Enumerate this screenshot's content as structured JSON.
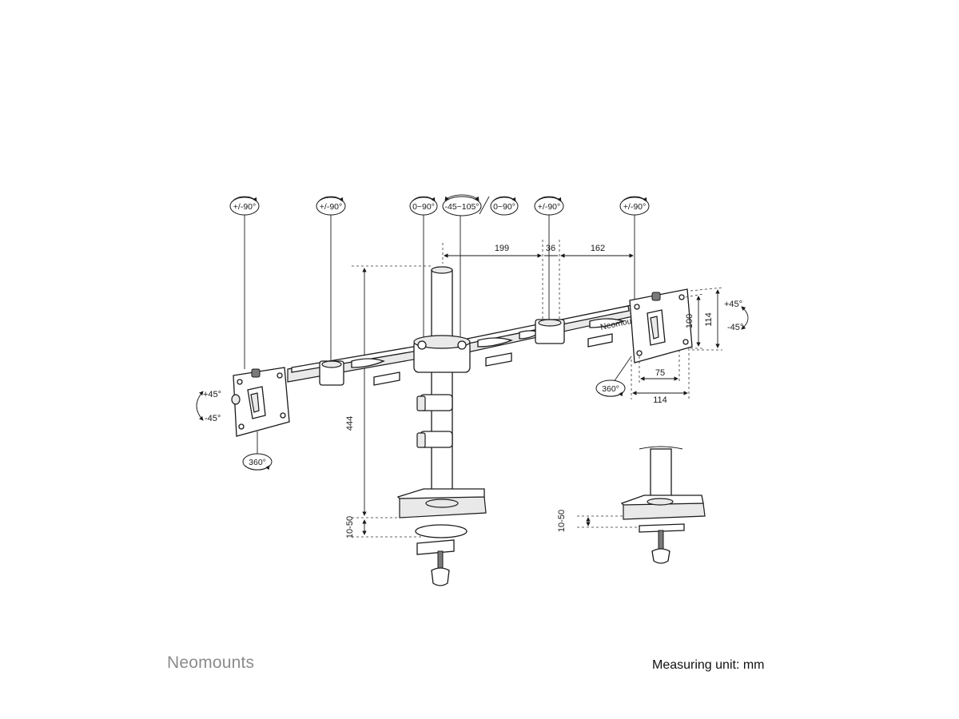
{
  "rotation_badges": {
    "left_head": "+/-90°",
    "left_arm": "+/-90°",
    "pole_left": "0~90°",
    "pole_center": "-45~105°",
    "pole_right": "0~90°",
    "right_arm": "+/-90°",
    "right_head": "+/-90°"
  },
  "swivel_badges": {
    "left": "360°",
    "right": "360°"
  },
  "tilt": {
    "left_up": "+45°",
    "left_down": "-45°",
    "right_up": "+45°",
    "right_down": "-45°"
  },
  "dimensions": {
    "arm_segment_a": "199",
    "arm_segment_b": "36",
    "arm_segment_c": "162",
    "pole_height": "444",
    "clamp_range": "10-50",
    "clamp_range_detail": "10-50",
    "vesa_h_100": "100",
    "vesa_h_114": "114",
    "vesa_w_75": "75",
    "vesa_w_114": "114"
  },
  "arm_logo": "Neomounts",
  "brand": "Neomounts",
  "measuring_unit": "Measuring unit: mm"
}
